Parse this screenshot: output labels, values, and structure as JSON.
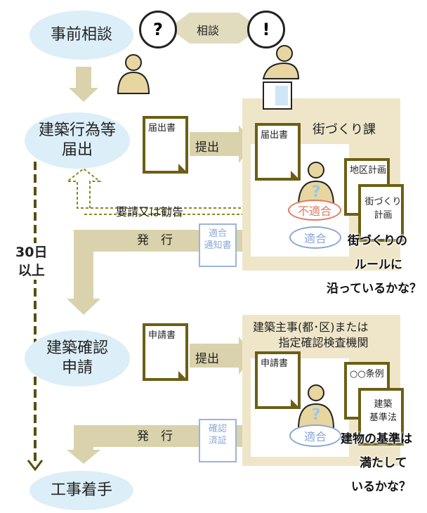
{
  "steps": {
    "consult": "事前相談",
    "notify": [
      "建築行為等",
      "届出"
    ],
    "apply": [
      "建築確認",
      "申請"
    ],
    "start": "工事着手"
  },
  "bubbles": {
    "question": "?",
    "exclaim": "!",
    "consult_label": "相談"
  },
  "section1": {
    "dept": "街づくり課",
    "doc_submit": "届出書",
    "doc_received": "届出書",
    "submit_label": "提出",
    "request_label": "要請又は勧告",
    "issue_label": "発　行",
    "issued_doc": "適合\n通知書",
    "ng": "不適合",
    "ok": "適合",
    "plan1": "地区計画",
    "plan2": "街づくり\n計画",
    "question": [
      "街づくりの",
      "ルールに",
      "沿っているかな？"
    ]
  },
  "days": [
    "30日",
    "以上"
  ],
  "section2": {
    "authority": [
      "建築主事(都･区)または",
      "指定確認検査機関"
    ],
    "doc_submit": "申請書",
    "doc_received": "申請書",
    "submit_label": "提出",
    "issue_label": "発　行",
    "issued_doc": "確認\n済証",
    "ok": "適合",
    "law1": "○○条例",
    "law2": "建築\n基準法",
    "question": [
      "建物の基準は",
      "満たして",
      "いるかな？"
    ]
  },
  "colors": {
    "olive": "#6b5f14",
    "arrow": "#d9d2ac",
    "panel": "#efe6c9",
    "ellipse": "#dceef7",
    "ok": "#8aa8d4",
    "ng": "#e07a5f"
  }
}
